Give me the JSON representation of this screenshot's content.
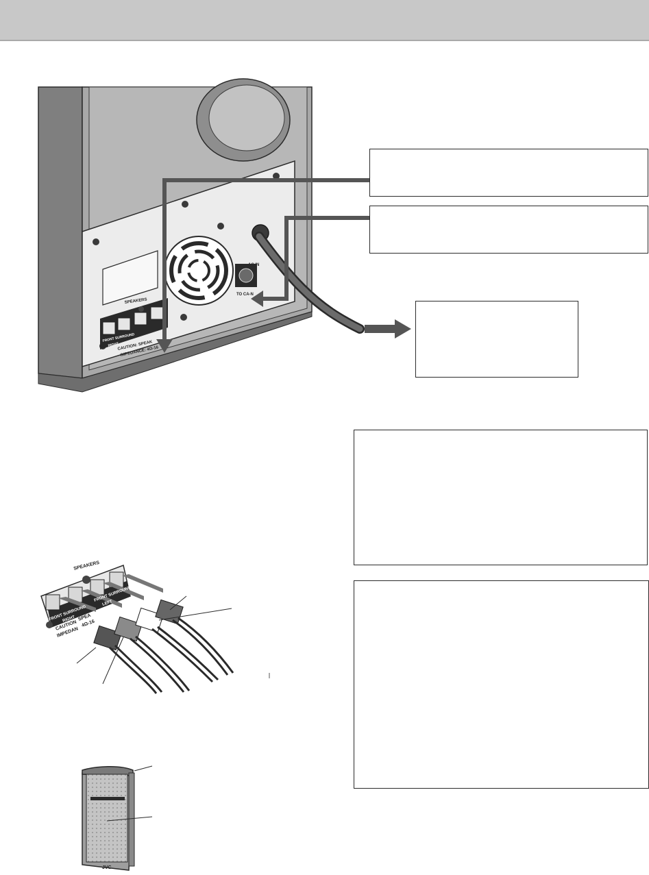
{
  "unit_rear": {
    "speakers_label": "SPEAKERS",
    "front_surround_right": "FRONT SURROUND",
    "right_label": "RIGHT",
    "caution_line1": "CAUTION: SPEAK",
    "caution_line2": "IMPEDANCE: 4Ω-16",
    "ac_in_label": "AC IN",
    "to_ca_label": "TO CA-N"
  },
  "terminal_closeup": {
    "speakers_label": "SPEAKERS",
    "front_surround_right": "FRONT SURROUND",
    "right_label": "RIGHT",
    "front_surround_left": "FRONT SURROUND",
    "left_label": "LEFT",
    "caution_label": "CAUTION",
    "impedance_label": "IMPEDAN",
    "speaker_label_short": "SPEA",
    "ohm_label": "4Ω-16"
  },
  "speaker_unit": {
    "brand": "JVC"
  },
  "colors": {
    "header_band": "#c8c8c8",
    "panel_dark": "#8a8a8a",
    "panel_mid": "#b4b4b4",
    "arrow": "#555555"
  }
}
